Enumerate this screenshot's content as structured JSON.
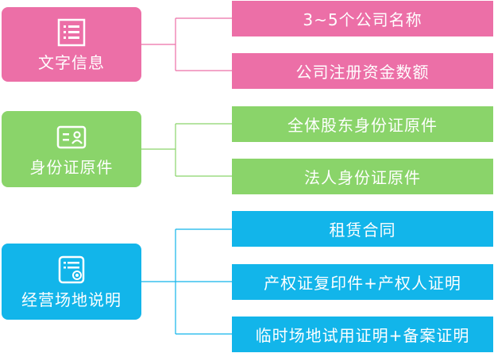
{
  "colors": {
    "pink": "#ec6fa7",
    "green": "#8ad46a",
    "blue": "#12b5ea"
  },
  "groups": [
    {
      "label": "文字信息",
      "icon": "document-list-icon",
      "items": [
        "3~5个公司名称",
        "公司注册资金数额"
      ]
    },
    {
      "label": "身份证原件",
      "icon": "id-card-icon",
      "items": [
        "全体股东身份证原件",
        "法人身份证原件"
      ]
    },
    {
      "label": "经营场地说明",
      "icon": "certificate-icon",
      "items": [
        "租赁合同",
        "产权证复印件+产权人证明",
        "临时场地试用证明+备案证明"
      ]
    }
  ]
}
